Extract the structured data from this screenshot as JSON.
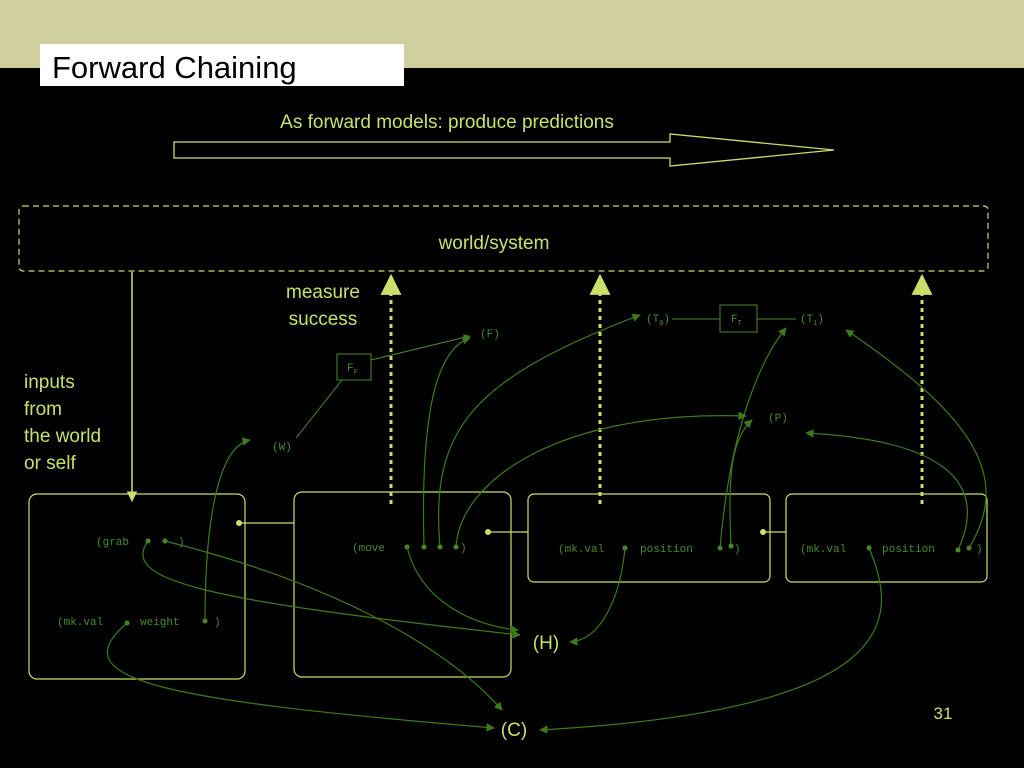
{
  "slide": {
    "title": "Forward Chaining",
    "page_number": "31"
  },
  "colors": {
    "background": "#000000",
    "top_band": "#cfcfa0",
    "bright_green": "#c8e06a",
    "dim_green": "#3d7a1a",
    "code_green": "#4a8a2a"
  },
  "diagram": {
    "arrow_caption": "As forward models: produce predictions",
    "world_label": "world/system",
    "measure_line1": "measure",
    "measure_line2": "success",
    "inputs_lines": [
      "inputs",
      "from",
      "the world",
      "or self"
    ],
    "nodes": {
      "F": "(F)",
      "FF": "F",
      "FF_sub": "F",
      "W": "(W)",
      "T0_open": "(T",
      "T0_sub": "0",
      "T0_close": ")",
      "FT": "F",
      "FT_sub": "T",
      "T1_open": "(T",
      "T1_sub": "1",
      "T1_close": ")",
      "P": "(P)",
      "H": "(H)",
      "C": "(C)"
    },
    "code": {
      "grab_open": "(grab",
      "grab_close": ")",
      "mkval1_open": "(mk.val",
      "mkval1_arg": "weight",
      "mkval1_close": ")",
      "move_open": "(move",
      "move_close": ")",
      "mkval2_open": "(mk.val",
      "mkval2_arg": "position",
      "mkval2_close": ")",
      "mkval3_open": "(mk.val",
      "mkval3_arg": "position",
      "mkval3_close": ")"
    }
  }
}
